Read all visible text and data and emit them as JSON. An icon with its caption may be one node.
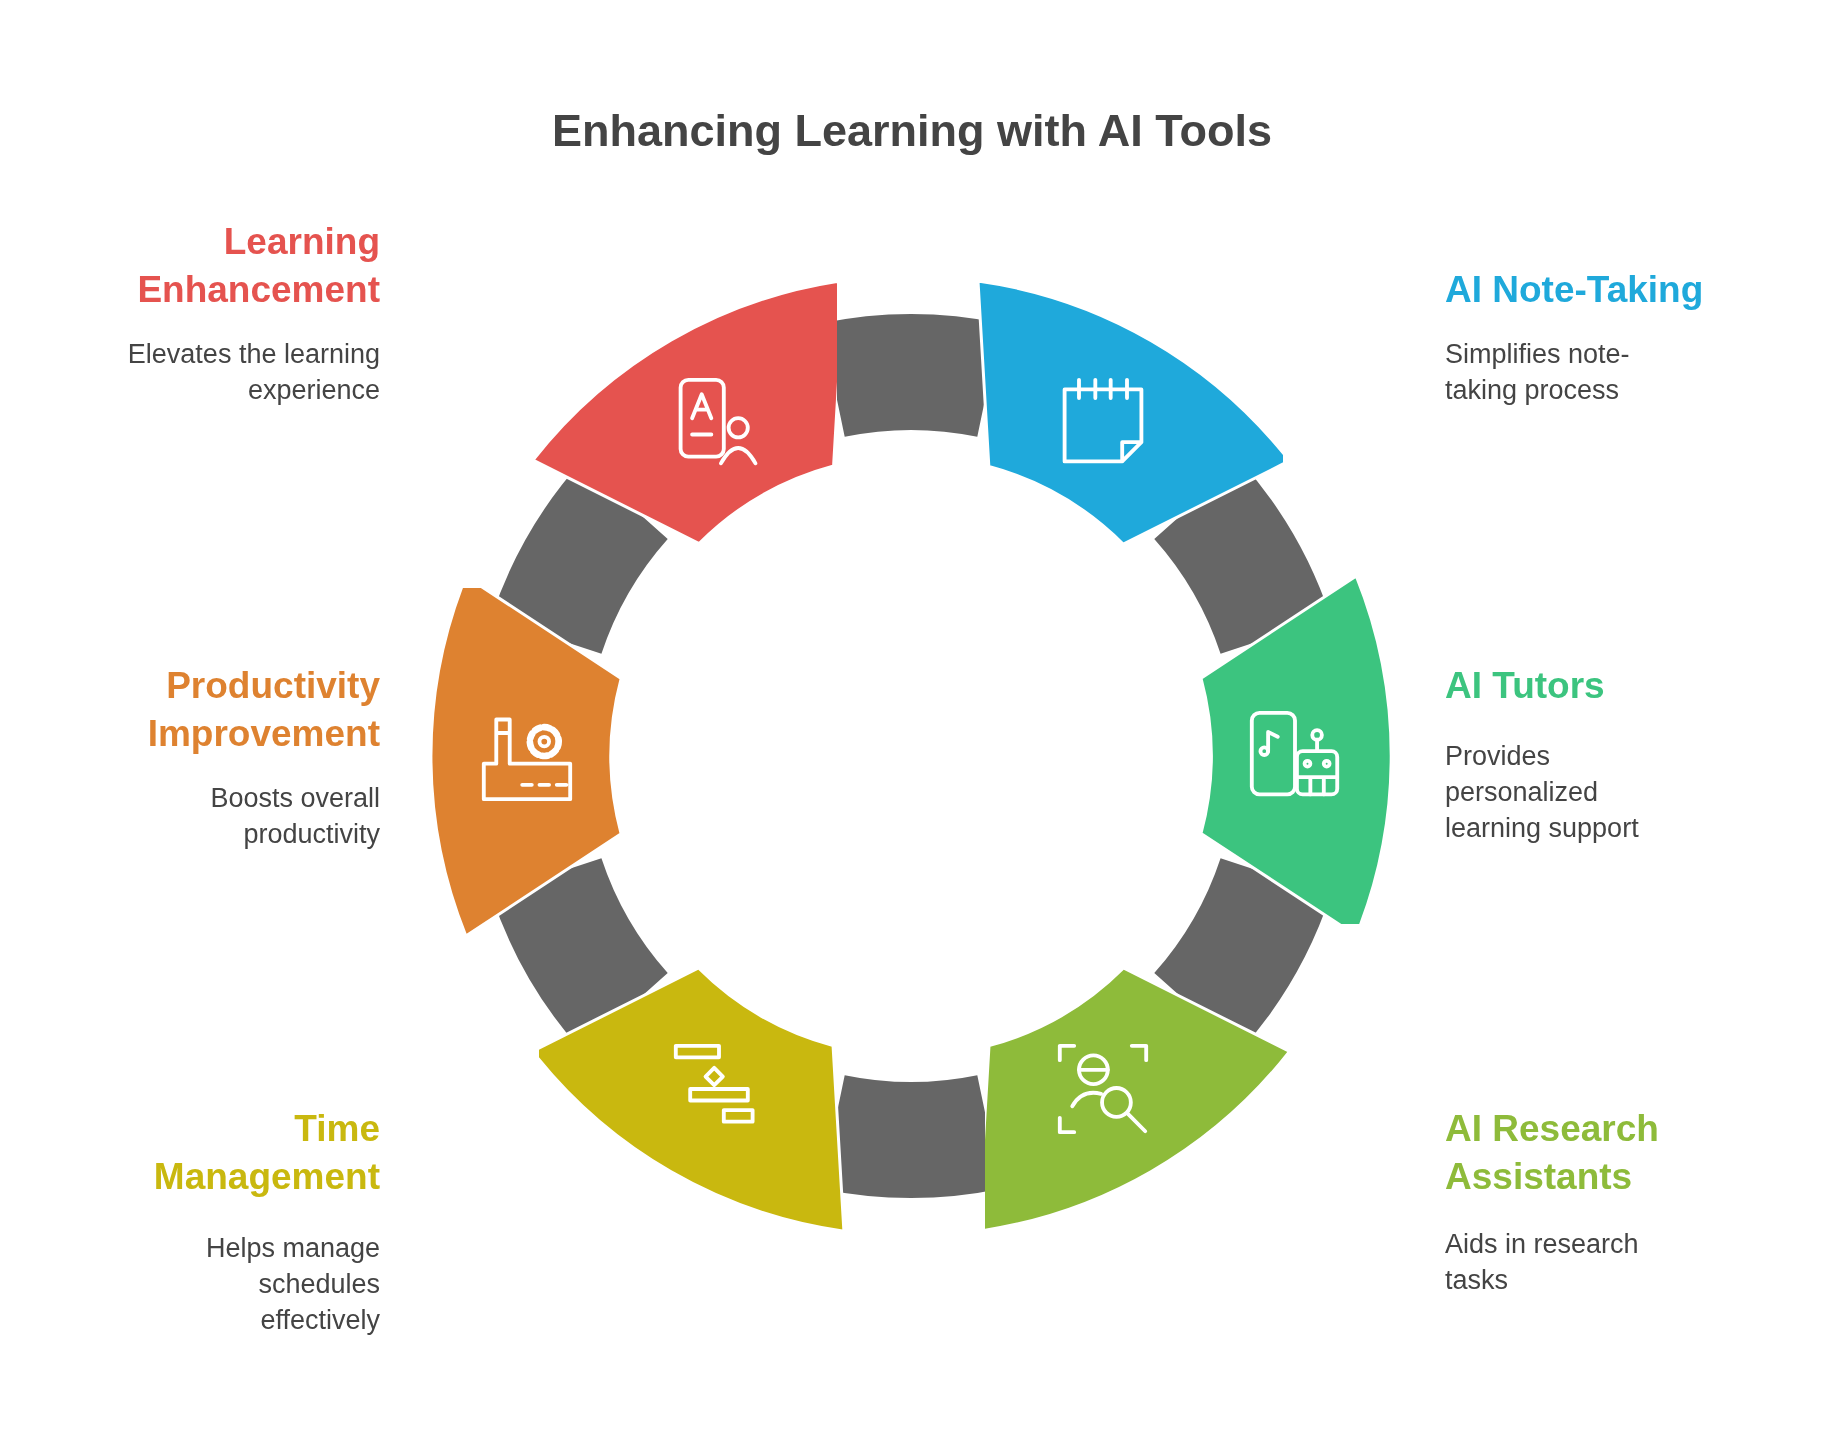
{
  "diagram": {
    "title": "Enhancing Learning with AI Tools",
    "nodes": [
      {
        "text": [
          "Learning Enhancement"
        ]
      },
      {
        "text": [
          "AI Note-Taking"
        ]
      },
      {
        "text": [
          "Productivity Improvement"
        ]
      },
      {
        "text": [
          "AI Tutors"
        ]
      },
      {
        "text": [
          "Time Management"
        ]
      },
      {
        "text": [
          "AI Research Assistants"
        ]
      }
    ],
    "edges": [
      {
        "from": 0,
        "to": 1,
        "arrow": "none"
      },
      {
        "from": 1,
        "to": 3,
        "arrow": "none"
      },
      {
        "from": 3,
        "to": 5,
        "arrow": "none"
      },
      {
        "from": 5,
        "to": 4,
        "arrow": "none"
      },
      {
        "from": 4,
        "to": 2,
        "arrow": "none"
      },
      {
        "from": 2,
        "to": 0,
        "arrow": "none"
      }
    ],
    "labels": [
      "Elevates the learning experience",
      "Simplifies note-taking process",
      "Boosts overall productivity",
      "Provides personalized learning support",
      "Helps manage schedules effectively",
      "Aids in research tasks"
    ]
  }
}
